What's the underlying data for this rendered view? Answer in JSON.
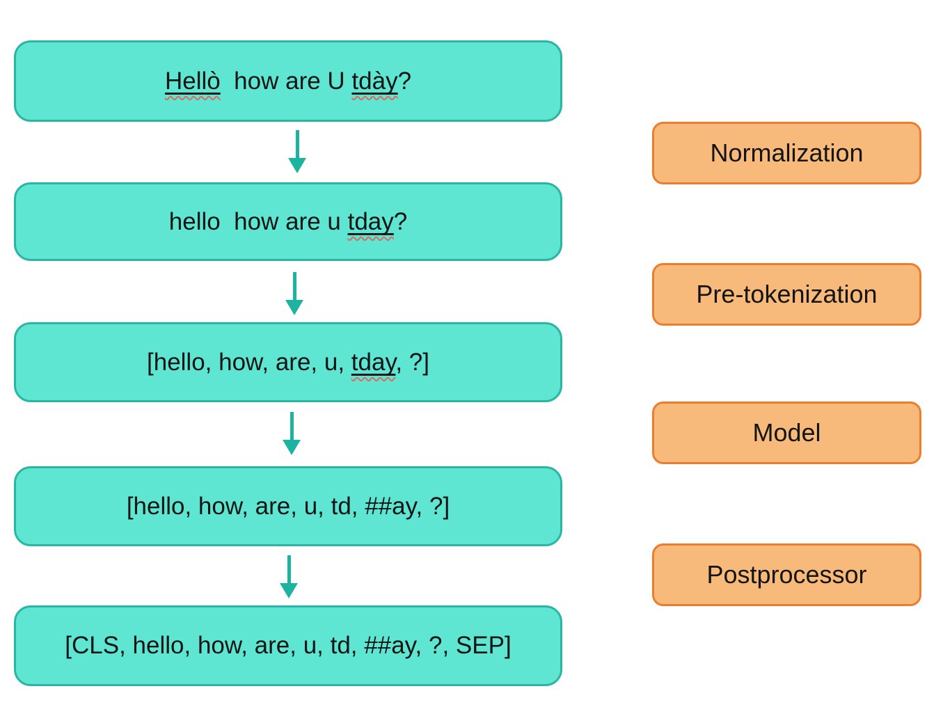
{
  "diagram": {
    "title": "tokenization-pipeline",
    "colors": {
      "box_fill": "#5ee6d2",
      "box_border": "#2ab5a5",
      "arrow": "#1db3a1",
      "label_fill": "#f8ba7a",
      "label_border": "#ec7d2e",
      "text": "#141414",
      "spell_solid": "#1c1c1c",
      "spell_wavy": "#e0695c"
    },
    "flow_boxes": [
      {
        "name": "input-text",
        "segments": [
          {
            "text": "Hellò",
            "spell": true
          },
          {
            "text": "  how are U ",
            "spell": false
          },
          {
            "text": "tdày",
            "spell": true
          },
          {
            "text": "?",
            "spell": false
          }
        ]
      },
      {
        "name": "normalized-text",
        "segments": [
          {
            "text": "hello  how are u ",
            "spell": false
          },
          {
            "text": "tday",
            "spell": true
          },
          {
            "text": "?",
            "spell": false
          }
        ]
      },
      {
        "name": "pretokenized-tokens",
        "segments": [
          {
            "text": "[hello, how, are, u, ",
            "spell": false
          },
          {
            "text": "tday",
            "spell": true
          },
          {
            "text": ", ?]",
            "spell": false
          }
        ]
      },
      {
        "name": "model-tokens",
        "segments": [
          {
            "text": "[hello, how, are, u, td, ##ay, ?]",
            "spell": false
          }
        ]
      },
      {
        "name": "postprocessed-tokens",
        "segments": [
          {
            "text": "[CLS, hello, how, are, u, td, ##ay, ?, SEP]",
            "spell": false
          }
        ]
      }
    ],
    "stage_labels": [
      {
        "label": "Normalization"
      },
      {
        "label": "Pre-tokenization"
      },
      {
        "label": "Model"
      },
      {
        "label": "Postprocessor"
      }
    ]
  }
}
